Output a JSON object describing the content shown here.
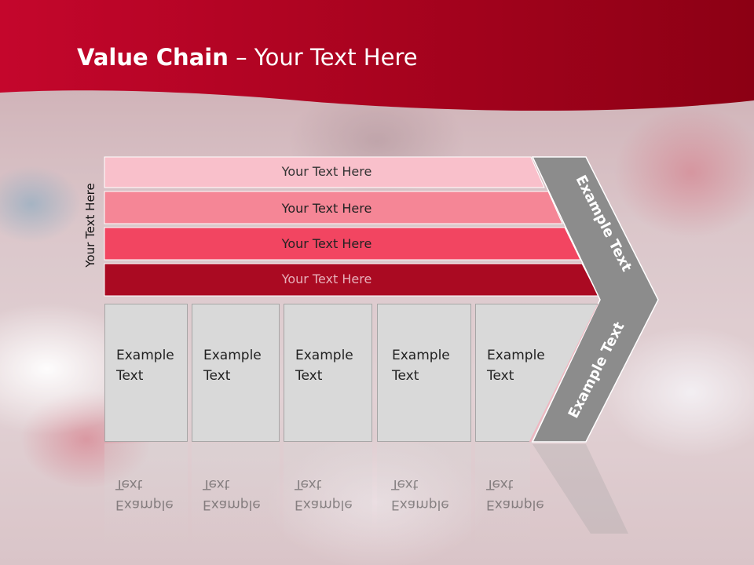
{
  "title": {
    "bold": "Value Chain",
    "rest": " – Your Text Here"
  },
  "side_label": "Your Text Here",
  "bars": [
    {
      "label": "Your Text Here"
    },
    {
      "label": "Your Text Here"
    },
    {
      "label": "Your Text Here"
    },
    {
      "label": "Your Text Here"
    }
  ],
  "boxes": [
    {
      "line1": "Example",
      "line2": "Text"
    },
    {
      "line1": "Example",
      "line2": "Text"
    },
    {
      "line1": "Example",
      "line2": "Text"
    },
    {
      "line1": "Example",
      "line2": "Text"
    },
    {
      "line1": "Example",
      "line2": "Text"
    }
  ],
  "arrow_top": "Example Text",
  "arrow_bottom": "Example Text",
  "colors": {
    "header": "#a8001f",
    "bar1": "#f9c0cb",
    "bar2": "#f58696",
    "bar3": "#f24561",
    "bar4": "#aa0a22",
    "arrow": "#8c8c8c"
  }
}
